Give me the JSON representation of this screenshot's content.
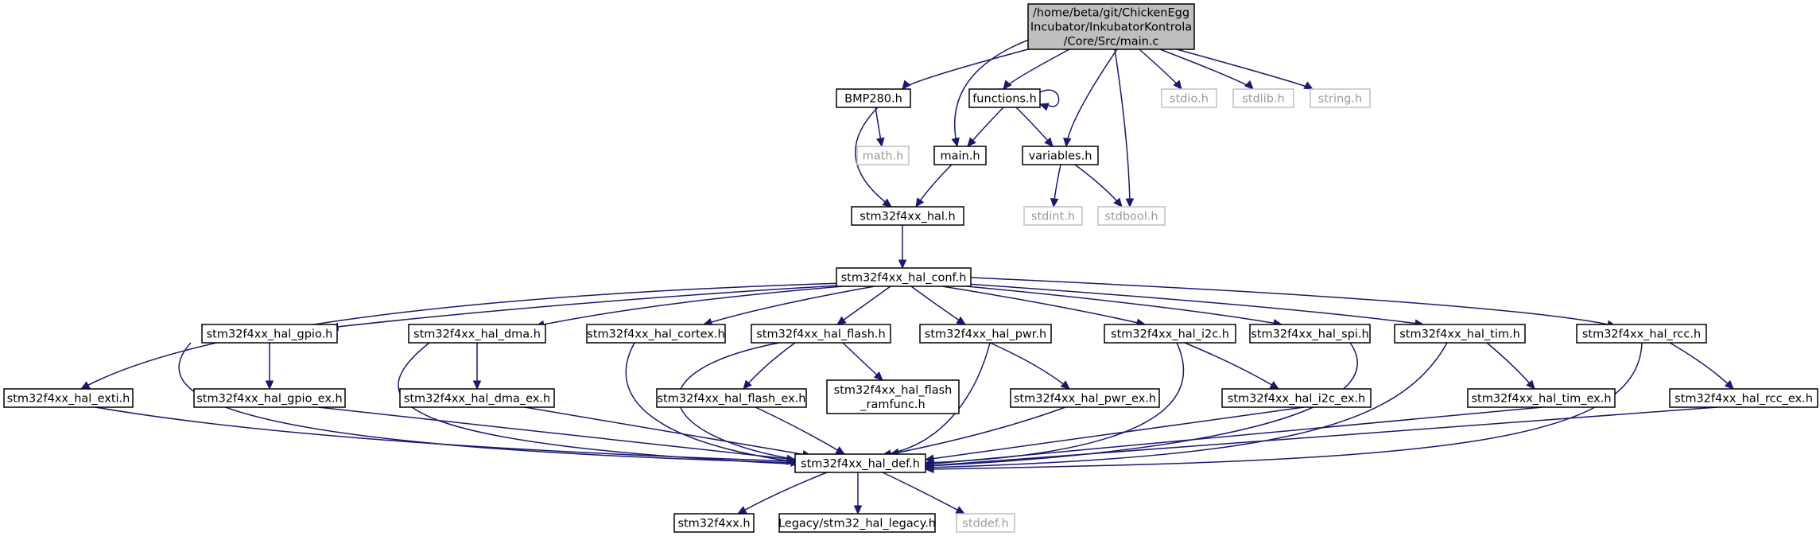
{
  "graph": {
    "nodes": [
      {
        "id": "main_c",
        "lines": [
          "/home/beta/git/ChickenEgg",
          "Incubator/InkubatorKontrola",
          "/Core/Src/main.c"
        ],
        "style": "root"
      },
      {
        "id": "bmp280",
        "lines": [
          "BMP280.h"
        ],
        "style": "normal"
      },
      {
        "id": "functions",
        "lines": [
          "functions.h"
        ],
        "style": "normal"
      },
      {
        "id": "stdio",
        "lines": [
          "stdio.h"
        ],
        "style": "external"
      },
      {
        "id": "stdlib",
        "lines": [
          "stdlib.h"
        ],
        "style": "external"
      },
      {
        "id": "string",
        "lines": [
          "string.h"
        ],
        "style": "external"
      },
      {
        "id": "math",
        "lines": [
          "math.h"
        ],
        "style": "external"
      },
      {
        "id": "main_h",
        "lines": [
          "main.h"
        ],
        "style": "normal"
      },
      {
        "id": "variables",
        "lines": [
          "variables.h"
        ],
        "style": "normal"
      },
      {
        "id": "stdint",
        "lines": [
          "stdint.h"
        ],
        "style": "external"
      },
      {
        "id": "stdbool",
        "lines": [
          "stdbool.h"
        ],
        "style": "external"
      },
      {
        "id": "hal",
        "lines": [
          "stm32f4xx_hal.h"
        ],
        "style": "normal"
      },
      {
        "id": "conf",
        "lines": [
          "stm32f4xx_hal_conf.h"
        ],
        "style": "normal"
      },
      {
        "id": "gpio",
        "lines": [
          "stm32f4xx_hal_gpio.h"
        ],
        "style": "normal"
      },
      {
        "id": "dma",
        "lines": [
          "stm32f4xx_hal_dma.h"
        ],
        "style": "normal"
      },
      {
        "id": "cortex",
        "lines": [
          "stm32f4xx_hal_cortex.h"
        ],
        "style": "normal"
      },
      {
        "id": "flash",
        "lines": [
          "stm32f4xx_hal_flash.h"
        ],
        "style": "normal"
      },
      {
        "id": "pwr",
        "lines": [
          "stm32f4xx_hal_pwr.h"
        ],
        "style": "normal"
      },
      {
        "id": "i2c",
        "lines": [
          "stm32f4xx_hal_i2c.h"
        ],
        "style": "normal"
      },
      {
        "id": "spi",
        "lines": [
          "stm32f4xx_hal_spi.h"
        ],
        "style": "normal"
      },
      {
        "id": "tim",
        "lines": [
          "stm32f4xx_hal_tim.h"
        ],
        "style": "normal"
      },
      {
        "id": "rcc",
        "lines": [
          "stm32f4xx_hal_rcc.h"
        ],
        "style": "normal"
      },
      {
        "id": "exti",
        "lines": [
          "stm32f4xx_hal_exti.h"
        ],
        "style": "normal"
      },
      {
        "id": "gpio_ex",
        "lines": [
          "stm32f4xx_hal_gpio_ex.h"
        ],
        "style": "normal"
      },
      {
        "id": "dma_ex",
        "lines": [
          "stm32f4xx_hal_dma_ex.h"
        ],
        "style": "normal"
      },
      {
        "id": "flash_ex",
        "lines": [
          "stm32f4xx_hal_flash_ex.h"
        ],
        "style": "normal"
      },
      {
        "id": "flash_ramfunc",
        "lines": [
          "stm32f4xx_hal_flash",
          "_ramfunc.h"
        ],
        "style": "normal"
      },
      {
        "id": "pwr_ex",
        "lines": [
          "stm32f4xx_hal_pwr_ex.h"
        ],
        "style": "normal"
      },
      {
        "id": "i2c_ex",
        "lines": [
          "stm32f4xx_hal_i2c_ex.h"
        ],
        "style": "normal"
      },
      {
        "id": "tim_ex",
        "lines": [
          "stm32f4xx_hal_tim_ex.h"
        ],
        "style": "normal"
      },
      {
        "id": "rcc_ex",
        "lines": [
          "stm32f4xx_hal_rcc_ex.h"
        ],
        "style": "normal"
      },
      {
        "id": "def",
        "lines": [
          "stm32f4xx_hal_def.h"
        ],
        "style": "normal"
      },
      {
        "id": "stm32f4xx",
        "lines": [
          "stm32f4xx.h"
        ],
        "style": "normal"
      },
      {
        "id": "legacy",
        "lines": [
          "Legacy/stm32_hal_legacy.h"
        ],
        "style": "normal"
      },
      {
        "id": "stddef",
        "lines": [
          "stddef.h"
        ],
        "style": "external"
      }
    ],
    "edges": [
      {
        "from": "main_c",
        "to": "bmp280"
      },
      {
        "from": "main_c",
        "to": "functions"
      },
      {
        "from": "main_c",
        "to": "main_h"
      },
      {
        "from": "main_c",
        "to": "variables"
      },
      {
        "from": "main_c",
        "to": "stdbool"
      },
      {
        "from": "main_c",
        "to": "stdio"
      },
      {
        "from": "main_c",
        "to": "stdlib"
      },
      {
        "from": "main_c",
        "to": "string"
      },
      {
        "from": "bmp280",
        "to": "math"
      },
      {
        "from": "bmp280",
        "to": "hal"
      },
      {
        "from": "functions",
        "to": "functions"
      },
      {
        "from": "functions",
        "to": "main_h"
      },
      {
        "from": "functions",
        "to": "variables"
      },
      {
        "from": "main_h",
        "to": "hal"
      },
      {
        "from": "variables",
        "to": "stdint"
      },
      {
        "from": "variables",
        "to": "stdbool"
      },
      {
        "from": "hal",
        "to": "conf"
      },
      {
        "from": "conf",
        "to": "exti"
      },
      {
        "from": "conf",
        "to": "gpio"
      },
      {
        "from": "conf",
        "to": "dma"
      },
      {
        "from": "conf",
        "to": "cortex"
      },
      {
        "from": "conf",
        "to": "flash"
      },
      {
        "from": "conf",
        "to": "pwr"
      },
      {
        "from": "conf",
        "to": "i2c"
      },
      {
        "from": "conf",
        "to": "spi"
      },
      {
        "from": "conf",
        "to": "tim"
      },
      {
        "from": "conf",
        "to": "rcc"
      },
      {
        "from": "gpio",
        "to": "gpio_ex"
      },
      {
        "from": "gpio",
        "to": "def"
      },
      {
        "from": "dma",
        "to": "dma_ex"
      },
      {
        "from": "dma",
        "to": "def"
      },
      {
        "from": "cortex",
        "to": "def"
      },
      {
        "from": "flash",
        "to": "flash_ex"
      },
      {
        "from": "flash",
        "to": "flash_ramfunc"
      },
      {
        "from": "flash",
        "to": "def"
      },
      {
        "from": "pwr",
        "to": "pwr_ex"
      },
      {
        "from": "pwr",
        "to": "def"
      },
      {
        "from": "i2c",
        "to": "i2c_ex"
      },
      {
        "from": "i2c",
        "to": "def"
      },
      {
        "from": "spi",
        "to": "def"
      },
      {
        "from": "tim",
        "to": "tim_ex"
      },
      {
        "from": "tim",
        "to": "def"
      },
      {
        "from": "rcc",
        "to": "rcc_ex"
      },
      {
        "from": "rcc",
        "to": "def"
      },
      {
        "from": "exti",
        "to": "def"
      },
      {
        "from": "gpio_ex",
        "to": "def"
      },
      {
        "from": "dma_ex",
        "to": "def"
      },
      {
        "from": "flash_ex",
        "to": "def"
      },
      {
        "from": "pwr_ex",
        "to": "def"
      },
      {
        "from": "i2c_ex",
        "to": "def"
      },
      {
        "from": "tim_ex",
        "to": "def"
      },
      {
        "from": "rcc_ex",
        "to": "def"
      },
      {
        "from": "def",
        "to": "stm32f4xx"
      },
      {
        "from": "def",
        "to": "legacy"
      },
      {
        "from": "def",
        "to": "stddef"
      }
    ]
  }
}
